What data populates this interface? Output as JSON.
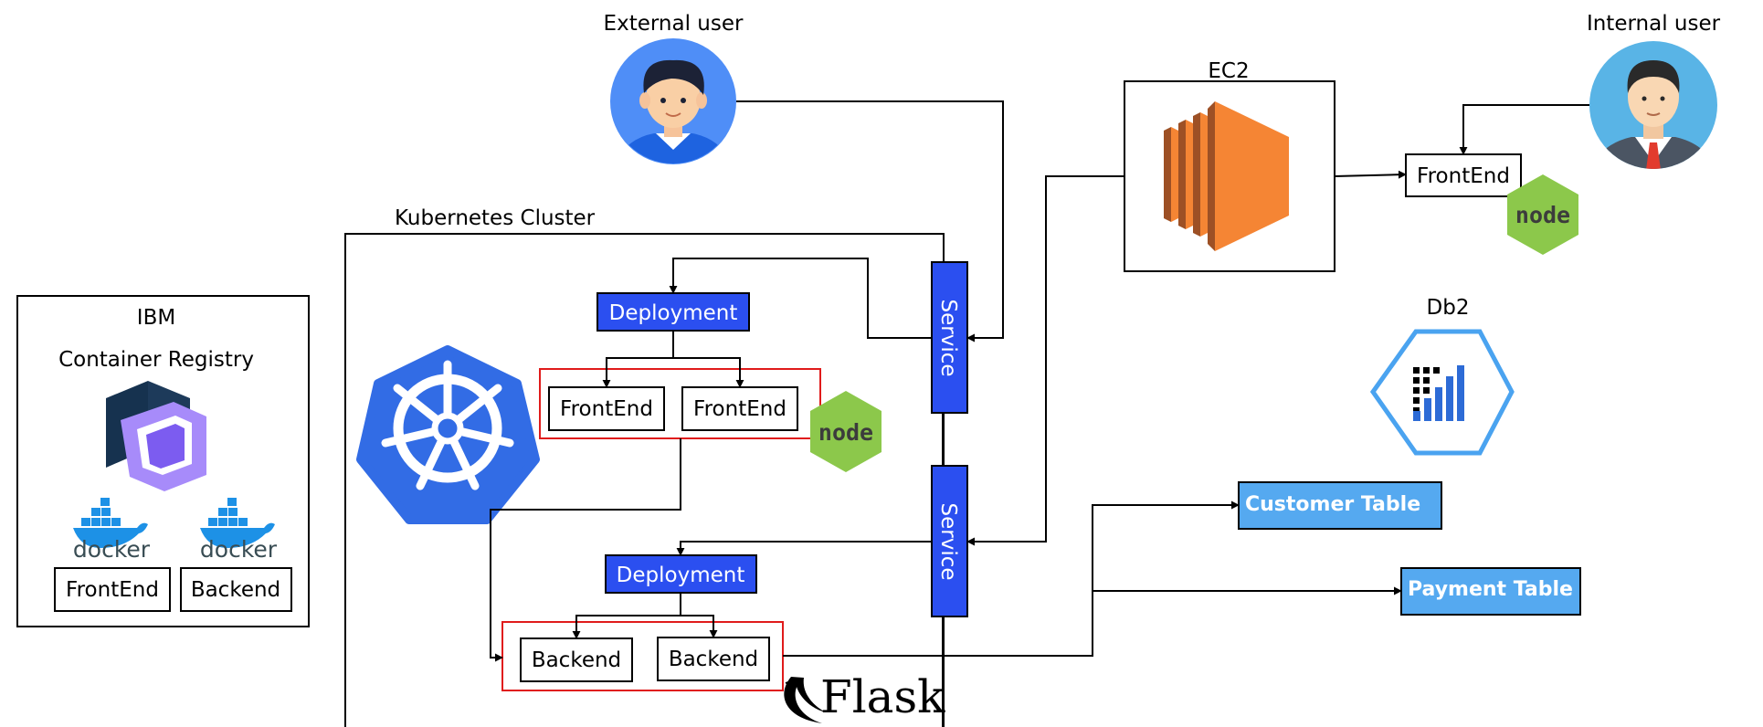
{
  "external_user": {
    "label": "External user"
  },
  "internal_user": {
    "label": "Internal user"
  },
  "ec2": {
    "label": "EC2"
  },
  "ec2_frontend": {
    "label": "FrontEnd"
  },
  "db2": {
    "label": "Db2"
  },
  "registry": {
    "title": "IBM",
    "subtitle": "Container Registry",
    "docker_label_1": "docker",
    "docker_label_2": "docker",
    "frontend": "FrontEnd",
    "backend": "Backend"
  },
  "cluster": {
    "label": "Kubernetes Cluster",
    "frontend_deployment": "Deployment",
    "frontend_pod_1": "FrontEnd",
    "frontend_pod_2": "FrontEnd",
    "backend_deployment": "Deployment",
    "backend_pod_1": "Backend",
    "backend_pod_2": "Backend",
    "service_1": "Service",
    "service_2": "Service",
    "flask": "Flask"
  },
  "node_logo_text": "node",
  "tables": {
    "customer": "Customer Table",
    "payment": "Payment Table"
  },
  "colors": {
    "deployment_blue": "#2b4ff0",
    "table_blue": "#55a9f0",
    "kubernetes_blue": "#326ce5",
    "node_green": "#8cc84b",
    "ec2_orange": "#f58534",
    "pod_group_red": "#e01b1b",
    "registry_purple": "#a78bfa",
    "db2_blue": "#4aa3f0"
  }
}
